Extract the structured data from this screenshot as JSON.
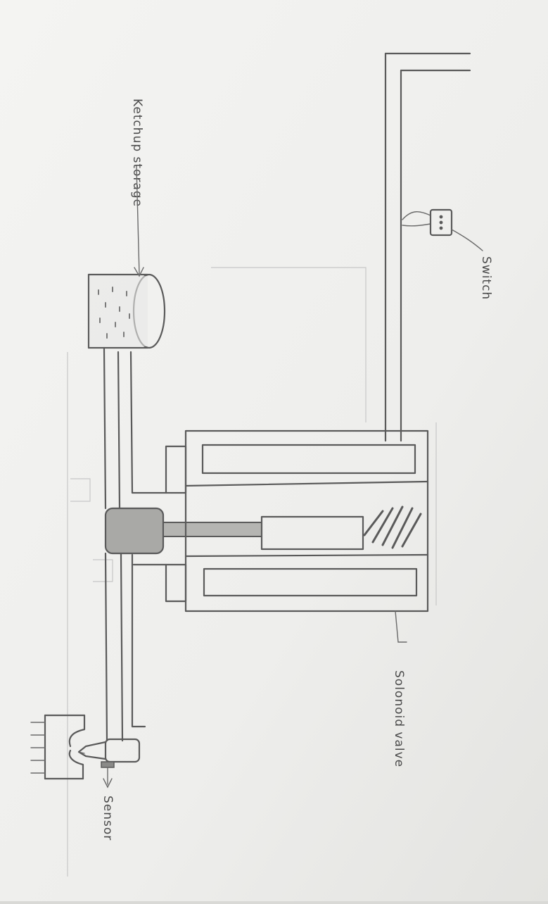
{
  "diagram": {
    "labels": {
      "ketchup_storage": "Ketchup storage",
      "switch": "Switch",
      "solenoid_valve": "Solonoid valve",
      "sensor": "Sensor"
    },
    "colors": {
      "paper": "#f3f3f1",
      "pencil": "#5a5a5a",
      "shading": "#a9a9a6",
      "ketchup_dots": "#7a7a7a"
    }
  }
}
